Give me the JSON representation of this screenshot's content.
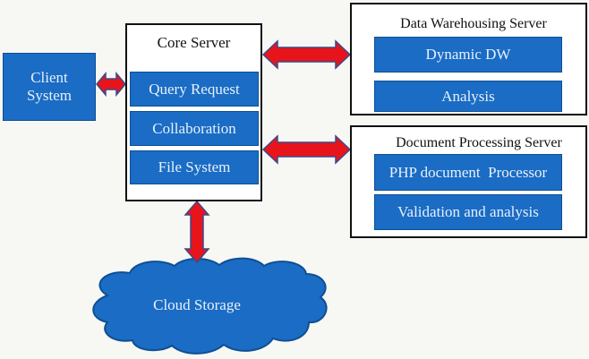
{
  "client": {
    "label_line1": "Client",
    "label_line2": "System"
  },
  "core_server": {
    "title": "Core Server",
    "modules": [
      "Query Request",
      "Collaboration",
      "File System"
    ]
  },
  "dw_server": {
    "title": "Data Warehousing Server",
    "modules": [
      "Dynamic DW",
      "Analysis"
    ]
  },
  "doc_server": {
    "title": "Document Processing Server",
    "modules": [
      "PHP document  Processor",
      "Validation and analysis"
    ]
  },
  "cloud": {
    "label": "Cloud Storage"
  },
  "colors": {
    "box_blue": "#1a6cc4",
    "arrow_red": "#e8141c",
    "arrow_outline": "#3a4a8a"
  }
}
